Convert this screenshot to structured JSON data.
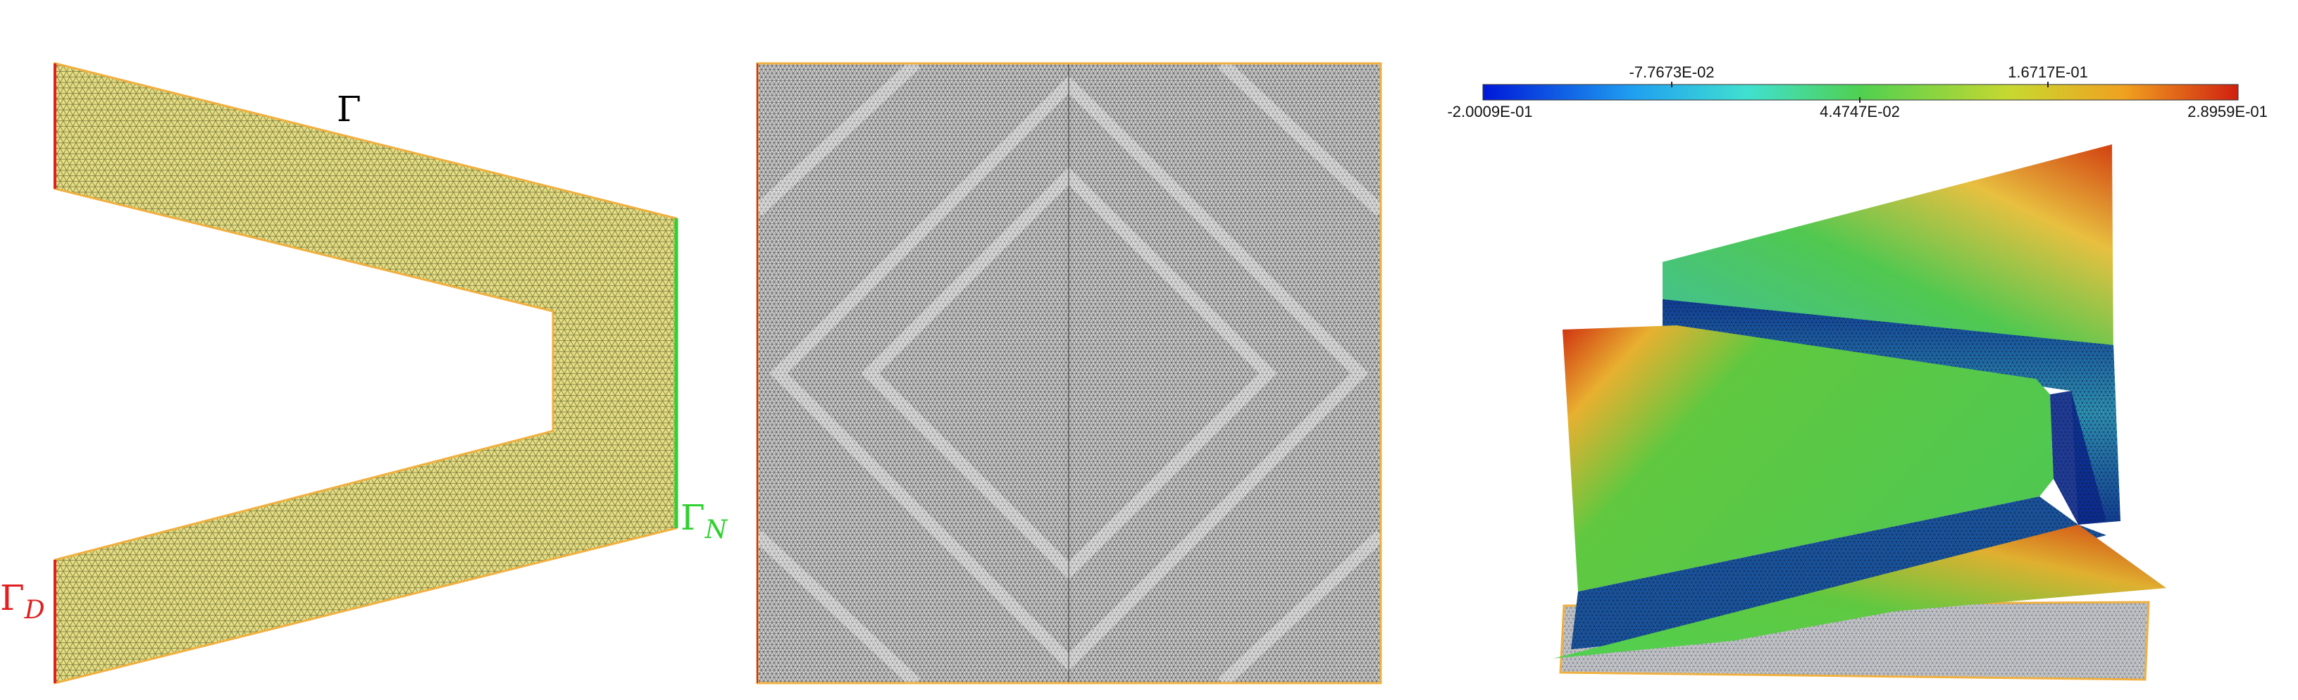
{
  "domain_panel": {
    "boundary_label": "Γ",
    "dirichlet_label_main": "Γ",
    "dirichlet_label_sub": "D",
    "neumann_label_main": "Γ",
    "neumann_label_sub": "N",
    "colors": {
      "fill": "#e6df84",
      "mesh_line": "#5a5a2e",
      "outline": "#f0b040",
      "dirichlet": "#e02020",
      "neumann": "#30d030",
      "label": "#000000"
    }
  },
  "mesh_panel": {
    "colors": {
      "fill": "#d8d8d8",
      "mesh_line": "#444444",
      "outline": "#f0b040",
      "dirichlet": "#e02020"
    }
  },
  "solution_panel": {
    "colorbar": {
      "ticks_top": [
        "-7.7673E-02",
        "1.6717E-01"
      ],
      "ticks_bottom": [
        "-2.0009E-01",
        "4.4747E-02",
        "2.8959E-01"
      ],
      "min": -0.20009,
      "max": 0.28959,
      "colors": [
        "#0018d8",
        "#20a0f0",
        "#40e0d0",
        "#50d050",
        "#c8d830",
        "#f0a020",
        "#d02010"
      ]
    }
  }
}
